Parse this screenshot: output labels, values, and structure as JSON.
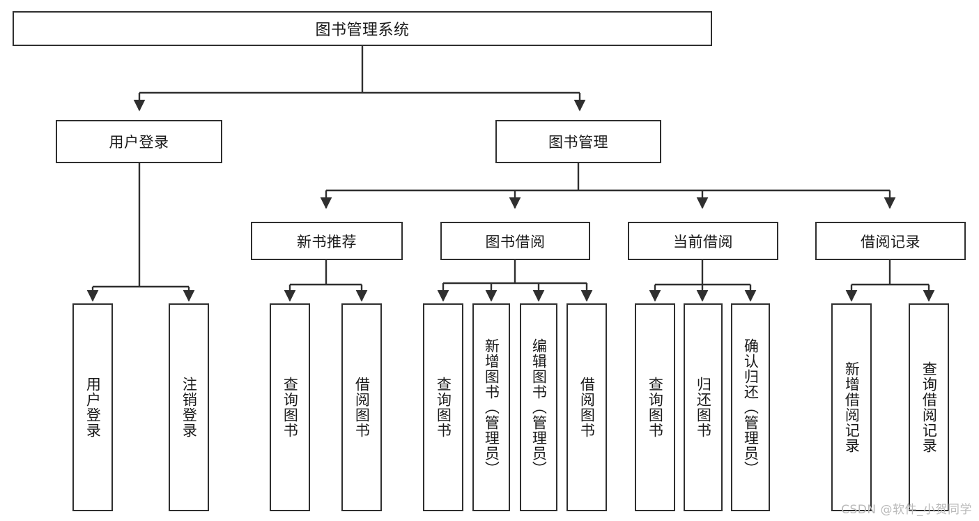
{
  "diagram": {
    "title": "图书管理系统",
    "type": "tree-hierarchy",
    "watermark": "CSDN @软件_小贺同学",
    "colors": {
      "box_border": "#2f2f2f",
      "box_fill": "#ffffff",
      "edge": "#2f2f2f",
      "text": "#1a1a1a",
      "watermark": "#b9b9b9"
    }
  },
  "nodes": {
    "root": {
      "label": "图书管理系统"
    },
    "level1": [
      {
        "label": "用户登录"
      },
      {
        "label": "图书管理"
      }
    ],
    "level2": [
      {
        "label": "新书推荐"
      },
      {
        "label": "图书借阅"
      },
      {
        "label": "当前借阅"
      },
      {
        "label": "借阅记录"
      }
    ],
    "leaves": {
      "user_login": [
        {
          "label": "用户登录"
        },
        {
          "label": "注销登录"
        }
      ],
      "new_book_recommend": [
        {
          "label": "查询图书"
        },
        {
          "label": "借阅图书"
        }
      ],
      "book_borrow": [
        {
          "label": "查询图书"
        },
        {
          "label": "新增图书（管理员）"
        },
        {
          "label": "编辑图书（管理员）"
        },
        {
          "label": "借阅图书"
        }
      ],
      "current_borrow": [
        {
          "label": "查询图书"
        },
        {
          "label": "归还图书"
        },
        {
          "label": "确认归还（管理员）"
        }
      ],
      "borrow_record": [
        {
          "label": "新增借阅记录"
        },
        {
          "label": "查询借阅记录"
        }
      ]
    }
  }
}
